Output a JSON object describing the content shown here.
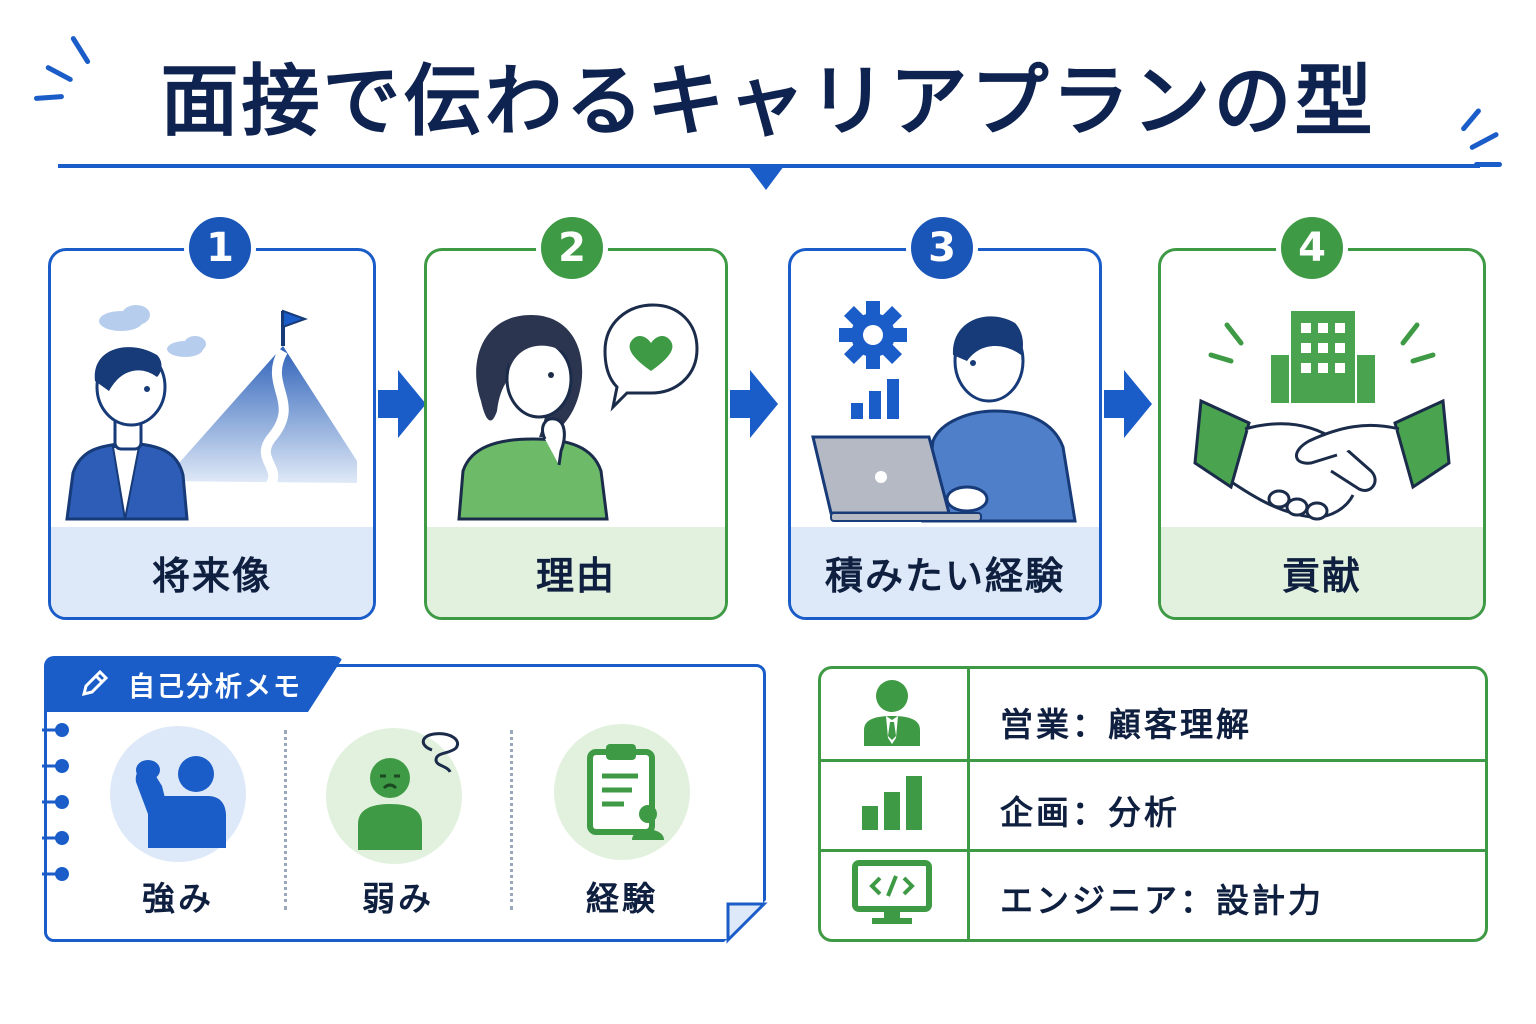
{
  "title": "面接で伝わるキャリアプランの型",
  "steps": [
    {
      "number": "1",
      "label": "将来像",
      "color": "blue"
    },
    {
      "number": "2",
      "label": "理由",
      "color": "green"
    },
    {
      "number": "3",
      "label": "積みたい経験",
      "color": "blue"
    },
    {
      "number": "4",
      "label": "貢献",
      "color": "green"
    }
  ],
  "memo": {
    "title": "自己分析メモ",
    "items": [
      {
        "label": "強み"
      },
      {
        "label": "弱み"
      },
      {
        "label": "経験"
      }
    ]
  },
  "roles": [
    {
      "text": "営業：顧客理解"
    },
    {
      "text": "企画：分析"
    },
    {
      "text": "エンジニア：設計力"
    }
  ],
  "colors": {
    "blue": "#1a5cc8",
    "green": "#3f9a45",
    "navy": "#0f2350"
  }
}
